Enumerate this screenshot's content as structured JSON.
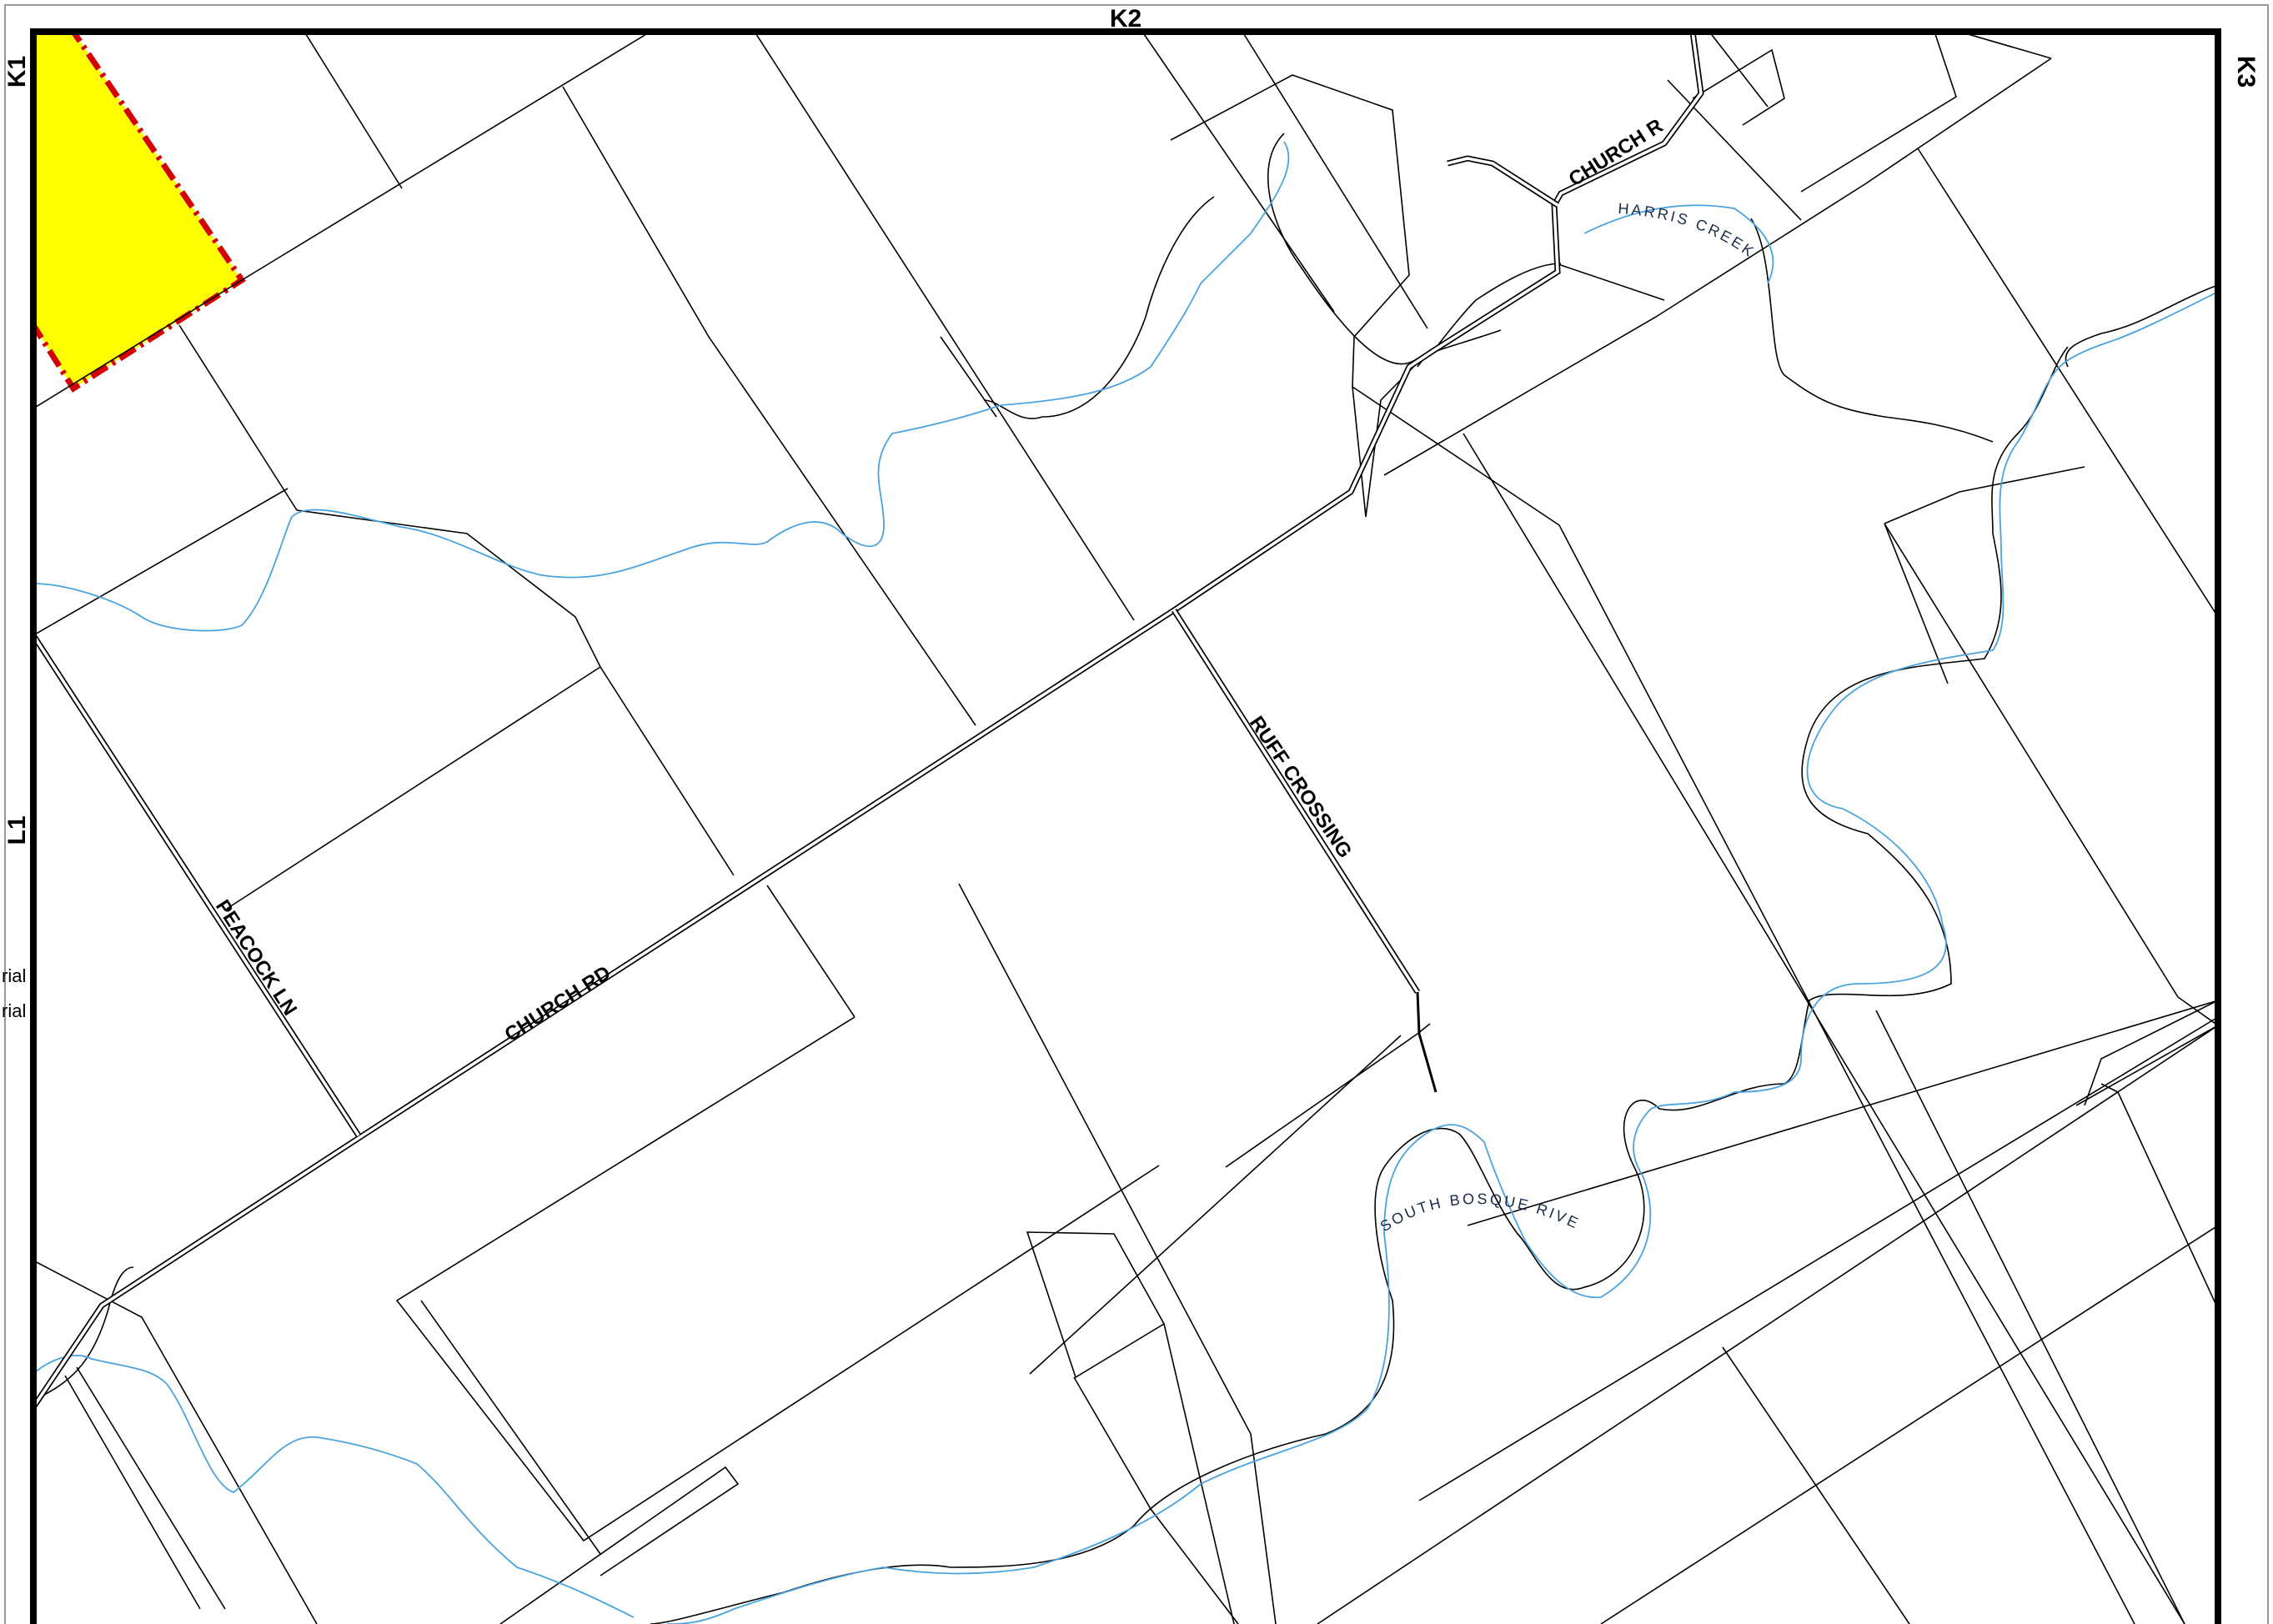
{
  "map": {
    "grid_labels": {
      "top": "K2",
      "top_left": "K1",
      "top_right": "K3",
      "left": "L1"
    },
    "road_labels": {
      "church_rd_upper": "CHURCH RD",
      "church_rd_lower": "CHURCH RD",
      "peacock_ln": "PEACOCK LN",
      "ruff_crossing": "RUFF CROSSING"
    },
    "water_labels": {
      "harris_creek": "HARRIS CREEK",
      "south_bosque": "SOUTH BOSQUE RIVER"
    },
    "legend_fragments": [
      "rial",
      "rial"
    ],
    "colors": {
      "highlight_fill": "#ffff00",
      "highlight_border": "#d40000",
      "stream": "#4aa3df",
      "frame": "#000000",
      "background": "#ffffff"
    }
  }
}
